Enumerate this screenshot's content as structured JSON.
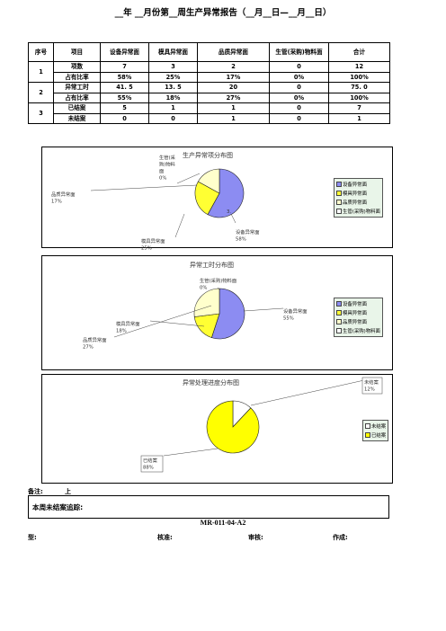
{
  "title": "__年 __月份第__周生产异常报告（__月__日—__月__日）",
  "table": {
    "headers": [
      "序号",
      "项目",
      "设备异常面",
      "模具异常面",
      "品质异常面",
      "生管(采购)物料面",
      "合计"
    ],
    "groups": [
      {
        "no": "1",
        "rows": [
          {
            "item": "项数",
            "values": [
              "7",
              "3",
              "2",
              "0",
              "12"
            ]
          },
          {
            "item": "占有比率",
            "values": [
              "58%",
              "25%",
              "17%",
              "0%",
              "100%"
            ]
          }
        ]
      },
      {
        "no": "2",
        "rows": [
          {
            "item": "异常工时",
            "values": [
              "41. 5",
              "13. 5",
              "20",
              "0",
              "75. 0"
            ]
          },
          {
            "item": "占有比率",
            "values": [
              "55%",
              "18%",
              "27%",
              "0%",
              "100%"
            ]
          }
        ]
      },
      {
        "no": "3",
        "rows": [
          {
            "item": "已结案",
            "values": [
              "5",
              "1",
              "1",
              "0",
              "7"
            ]
          },
          {
            "item": "未结案",
            "values": [
              "0",
              "0",
              "1",
              "0",
              "1"
            ]
          }
        ]
      }
    ]
  },
  "chart_data": [
    {
      "type": "pie",
      "title": "生产异常项分布图",
      "categories": [
        "设备异常面",
        "模具异常面",
        "品质异常面",
        "生管(采购)物料面"
      ],
      "values": [
        58,
        25,
        17,
        0
      ],
      "data_labels": [
        [
          "设备异常面",
          "58%"
        ],
        [
          "模具异常面",
          "25%"
        ],
        [
          "品质异常面",
          "17%"
        ],
        [
          "生管(采",
          "购)物料",
          "面",
          "0%"
        ]
      ],
      "inner_label": "3.",
      "legend": [
        "设备异常面",
        "模具异常面",
        "品质异常面",
        "生管(采购)物料面"
      ],
      "legend_position": "right",
      "colors": [
        "#8c8cf2",
        "#ffff33",
        "#ffffcc",
        "#ffffff"
      ]
    },
    {
      "type": "pie",
      "title": "异常工时分布图",
      "categories": [
        "设备异常面",
        "模具异常面",
        "品质异常面",
        "生管(采购)物料面"
      ],
      "values": [
        55,
        18,
        27,
        0
      ],
      "data_labels": [
        [
          "设备异常面",
          "55%"
        ],
        [
          "模具异常面",
          "18%"
        ],
        [
          "品质异常面",
          "27%"
        ],
        [
          "生管(采购)物料面",
          "0%"
        ]
      ],
      "legend": [
        "设备异常面",
        "模具异常面",
        "品质异常面",
        "生管(采购)物料面"
      ],
      "legend_position": "right",
      "colors": [
        "#8c8cf2",
        "#ffff33",
        "#ffffcc",
        "#ffffff"
      ]
    },
    {
      "type": "pie",
      "title": "异常处理进度分布图",
      "categories": [
        "未结案",
        "已结案"
      ],
      "values": [
        12,
        88
      ],
      "data_labels": [
        [
          "未结案",
          "12%"
        ],
        [
          "已结案",
          "88%"
        ]
      ],
      "legend": [
        "未结案",
        "已结案"
      ],
      "legend_position": "right",
      "colors": [
        "#ffffff",
        "#ffff00"
      ]
    }
  ],
  "notes_label": "备注:",
  "notes_value": "上",
  "pending_label": "本周未结案追踪:",
  "form_no": "MR-011-04-A2",
  "signatures": {
    "approve": "型:",
    "check": "核准:",
    "review": "审核:",
    "make": "作成:"
  }
}
